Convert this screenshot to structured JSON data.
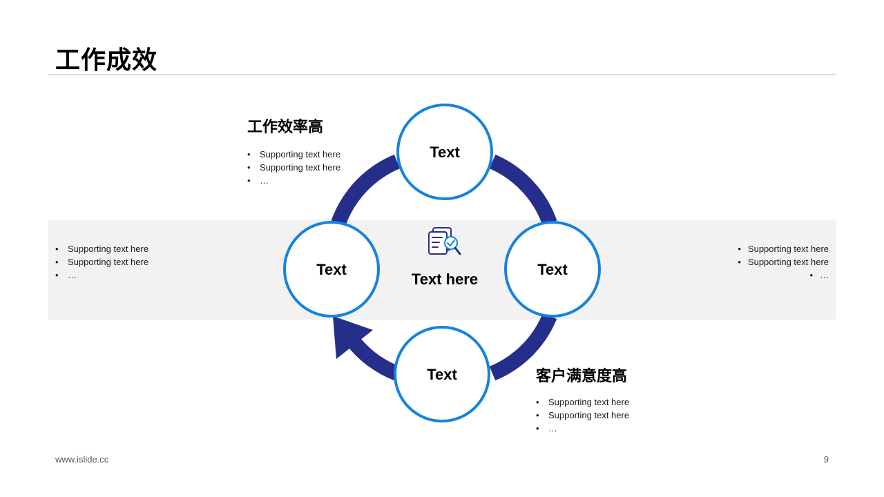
{
  "slide": {
    "title": "工作成效",
    "page_number": "9",
    "footer_url": "www.islide.cc"
  },
  "center": {
    "label": "Text here",
    "icon": "document-search-icon"
  },
  "nodes": {
    "top": "Text",
    "left": "Text",
    "right": "Text",
    "bottom": "Text"
  },
  "blocks": {
    "top_left": {
      "heading": "工作效率高",
      "bullets": [
        "Supporting text here",
        "Supporting text here",
        "…"
      ]
    },
    "left": {
      "bullets": [
        "Supporting text here",
        "Supporting text here",
        "…"
      ]
    },
    "right": {
      "bullets": [
        "Supporting text here",
        "Supporting text here",
        "…"
      ]
    },
    "bottom_right": {
      "heading": "客户满意度高",
      "bullets": [
        "Supporting text here",
        "Supporting text here",
        "…"
      ]
    }
  },
  "colors": {
    "ring": "#262e8c",
    "node_border": "#1682dc",
    "band": "#f2f2f2"
  }
}
